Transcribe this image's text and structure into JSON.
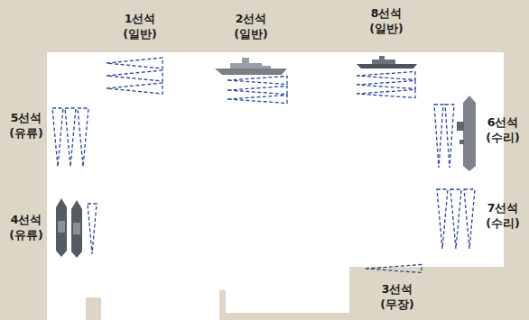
{
  "diagram": {
    "labels": [
      "1선석 (일반)",
      "2선석 (일반)",
      "8선석 (일반)",
      "5선석 (유류)",
      "6선석 (수리)",
      "4선석 (유류)",
      "7선석 (수리)",
      "3선석 (무장)"
    ]
  }
}
